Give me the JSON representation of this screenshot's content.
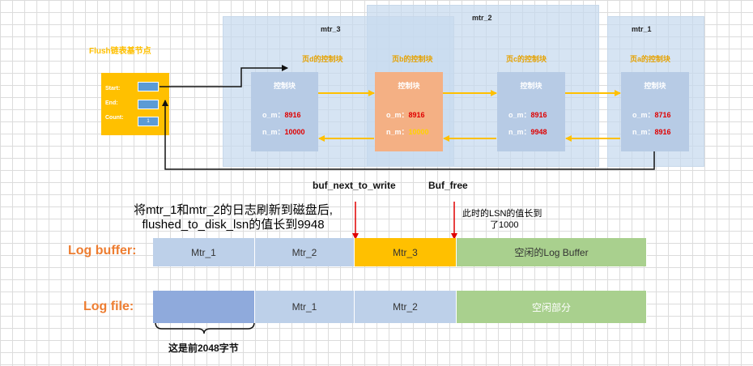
{
  "mtr_regions": [
    {
      "label": "mtr_2"
    },
    {
      "label": "mtr_3"
    },
    {
      "label": "mtr_1"
    }
  ],
  "flush_node": {
    "title": "Flush链表基节点",
    "start_label": "Start:",
    "end_label": "End:",
    "count_label": "Count:",
    "count_value": "1"
  },
  "pages": [
    {
      "title": "页d的控制块",
      "head": "控制块",
      "o_m_label": "o_m：",
      "o_m": "8916",
      "n_m_label": "n_m：",
      "n_m": "10000",
      "highlight": false
    },
    {
      "title": "页b的控制块",
      "head": "控制块",
      "o_m_label": "o_m：",
      "o_m": "8916",
      "n_m_label": "n_m：",
      "n_m": "10000",
      "highlight": true
    },
    {
      "title": "页c的控制块",
      "head": "控制块",
      "o_m_label": "o_m：",
      "o_m": "8916",
      "n_m_label": "n_m：",
      "n_m": "9948",
      "highlight": false
    },
    {
      "title": "页a的控制块",
      "head": "控制块",
      "o_m_label": "o_m：",
      "o_m": "8716",
      "n_m_label": "n_m：",
      "n_m": "8916",
      "highlight": false
    }
  ],
  "pointers": {
    "buf_next_to_write": "buf_next_to_write",
    "buf_free": "Buf_free"
  },
  "notes": {
    "flushed_line1": "将mtr_1和mtr_2的日志刷新到磁盘后,",
    "flushed_line2": "flushed_to_disk_lsn的值长到9948",
    "lsn_line1": "此时的LSN的值长到",
    "lsn_line2": "了1000",
    "first_bytes": "这是前2048字节"
  },
  "log_buffer": {
    "label": "Log buffer:",
    "cells": [
      "Mtr_1",
      "Mtr_2",
      "Mtr_3",
      "空闲的Log Buffer"
    ]
  },
  "log_file": {
    "label": "Log file:",
    "cells": [
      "",
      "Mtr_1",
      "Mtr_2",
      "空闲部分"
    ]
  },
  "colors": {
    "accent_orange": "#ed7d31",
    "yellow": "#ffc000",
    "green": "#a9d08e",
    "blue": "#bdd0e9",
    "red_arrow": "#e00000"
  }
}
